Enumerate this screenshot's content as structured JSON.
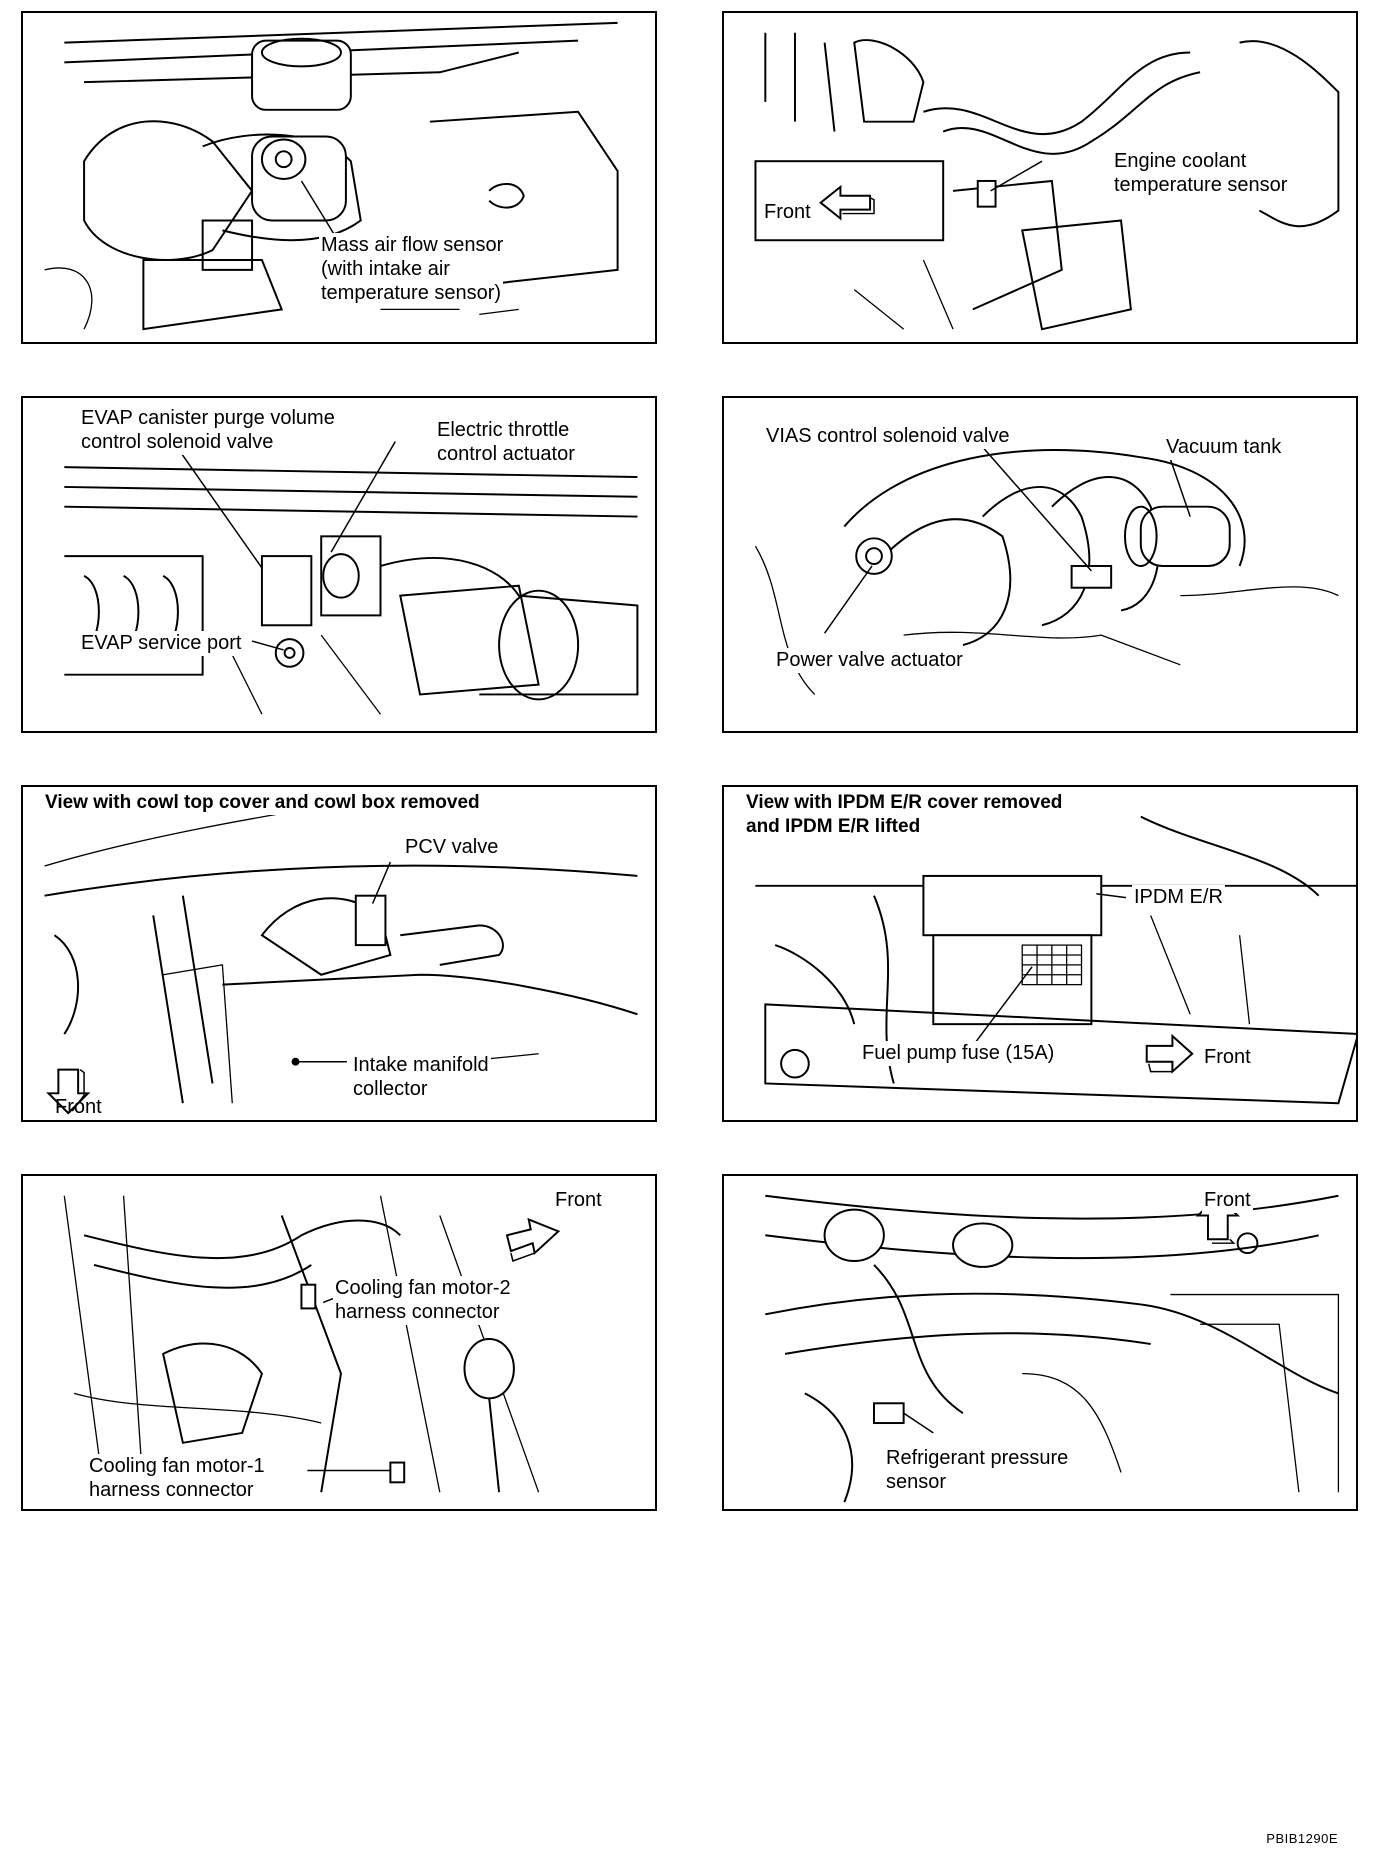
{
  "panels": [
    {
      "labels": [
        "Mass air flow sensor",
        "(with intake air",
        "temperature sensor)"
      ]
    },
    {
      "labels": [
        "Engine coolant",
        "temperature sensor"
      ],
      "direction": "Front"
    },
    {
      "labels": [
        "EVAP canister purge volume",
        "control solenoid valve",
        "Electric throttle",
        "control actuator",
        "EVAP service port"
      ]
    },
    {
      "labels": [
        "VIAS control solenoid valve",
        "Vacuum tank",
        "Power valve actuator"
      ]
    },
    {
      "heading": "View with cowl top cover and cowl box removed",
      "labels": [
        "PCV valve",
        "Intake manifold",
        "collector"
      ],
      "direction": "Front"
    },
    {
      "heading_lines": [
        "View with IPDM E/R cover removed",
        "and IPDM E/R lifted"
      ],
      "labels": [
        "IPDM E/R",
        "Fuel pump fuse (15A)"
      ],
      "direction": "Front"
    },
    {
      "labels": [
        "Cooling fan motor-2",
        "harness connector",
        "Cooling fan motor-1",
        "harness connector"
      ],
      "direction": "Front"
    },
    {
      "labels": [
        "Refrigerant pressure",
        "sensor"
      ],
      "direction": "Front"
    }
  ],
  "figure_code": "PBIB1290E"
}
